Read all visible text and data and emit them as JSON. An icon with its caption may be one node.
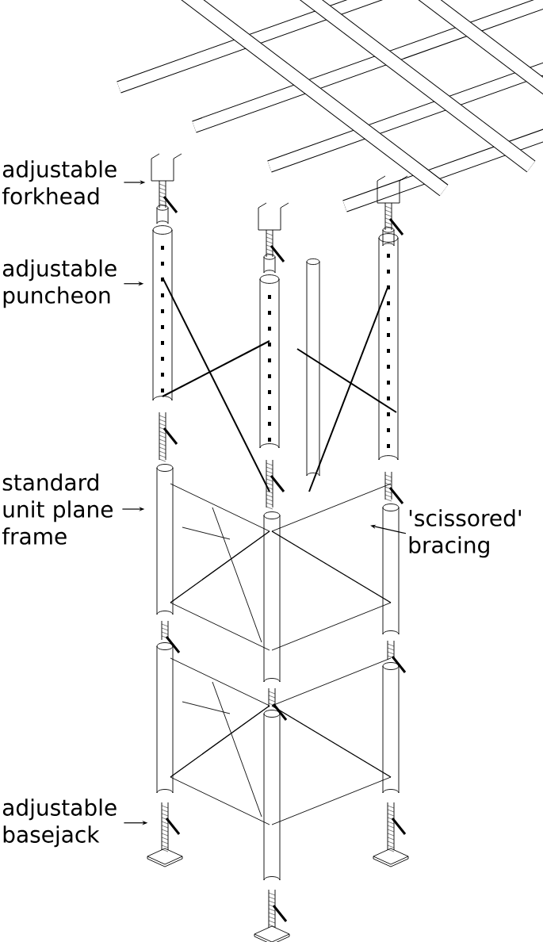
{
  "diagram": {
    "nodes": [
      {
        "text": [
          "adjustable forkhead"
        ]
      },
      {
        "text": [
          "adjustable puncheon"
        ]
      },
      {
        "text": [
          "standard unit plane frame"
        ]
      },
      {
        "text": [
          "'scissored' bracing"
        ]
      },
      {
        "text": [
          "adjustable basejack"
        ]
      }
    ],
    "edges": [
      {
        "from": 0,
        "to": null,
        "arrow": "to"
      },
      {
        "from": 1,
        "to": null,
        "arrow": "to"
      },
      {
        "from": 2,
        "to": null,
        "arrow": "to"
      },
      {
        "from": 3,
        "to": null,
        "arrow": "to"
      },
      {
        "from": 4,
        "to": null,
        "arrow": "to"
      }
    ]
  }
}
